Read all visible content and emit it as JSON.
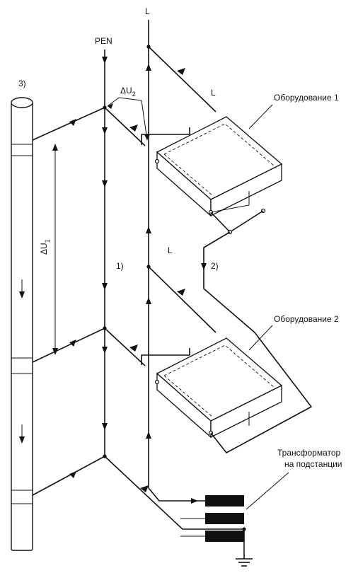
{
  "labels": {
    "L_top": "L",
    "PEN": "PEN",
    "L_mid": "L",
    "L_lower": "L",
    "delta_u2": "ΔU",
    "delta_u2_sub": "2",
    "delta_u1": "ΔU",
    "delta_u1_sub": "1",
    "marker1": "1)",
    "marker2": "2)",
    "marker3": "3)",
    "equipment1": "Оборудование 1",
    "equipment2": "Оборудование 2",
    "transformer_line1": "Трансформатор",
    "transformer_line2": "на подстанции"
  },
  "colors": {
    "ink": "#111111",
    "background": "#ffffff"
  }
}
